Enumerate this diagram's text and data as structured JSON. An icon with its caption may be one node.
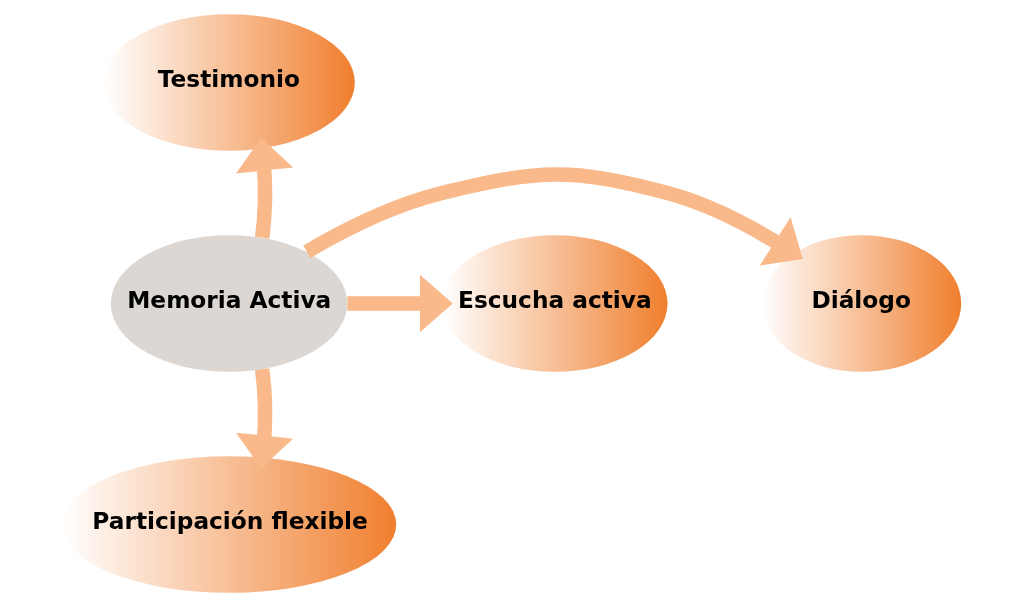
{
  "diagram": {
    "nodes": [
      {
        "text": [
          "Testimonio"
        ]
      },
      {
        "text": [
          "Diálogo"
        ]
      },
      {
        "text": [
          "Memoria Activa"
        ]
      },
      {
        "text": [
          "Escucha activa"
        ]
      },
      {
        "text": [
          "Participación flexible"
        ]
      }
    ],
    "edges": [
      {
        "from": 2,
        "to": 0,
        "arrow": "to"
      },
      {
        "from": 2,
        "to": 1,
        "arrow": "to"
      },
      {
        "from": 2,
        "to": 3,
        "arrow": "to"
      },
      {
        "from": 2,
        "to": 4,
        "arrow": "to"
      }
    ]
  }
}
